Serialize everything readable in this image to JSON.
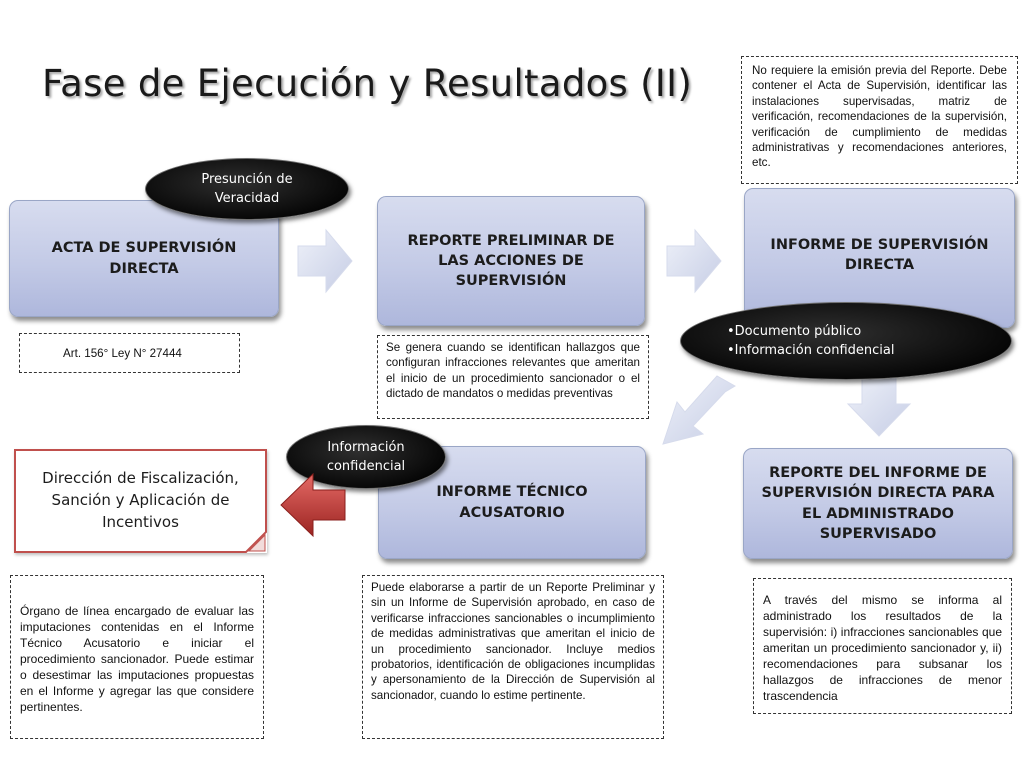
{
  "title": "Fase de Ejecución y Resultados (II)",
  "boxes": {
    "acta": "ACTA DE SUPERVISIÓN DIRECTA",
    "reporte_preliminar": "REPORTE PRELIMINAR DE LAS ACCIONES DE SUPERVISIÓN",
    "informe_supervision": "INFORME DE SUPERVISIÓN DIRECTA",
    "reporte_informe": "REPORTE DEL INFORME DE SUPERVISIÓN DIRECTA PARA EL ADMINISTRADO SUPERVISADO",
    "informe_tecnico": "INFORME TÉCNICO ACUSATORIO",
    "direccion": "Dirección de Fiscalización, Sanción y Aplicación de Incentivos"
  },
  "pills": {
    "presuncion": "Presunción de Veracidad",
    "documento_publico": "Documento público",
    "informacion_confidencial": "Información confidencial",
    "info_conf_tecnico": "Información confidencial"
  },
  "notes": {
    "top_right": "No requiere la emisión previa del Reporte. Debe contener el Acta de Supervisión, identificar las instalaciones supervisadas, matriz de verificación, recomendaciones de la supervisión, verificación de cumplimiento de medidas administrativas y recomendaciones anteriores, etc.",
    "art": "Art. 156° Ley N° 27444",
    "reporte_preliminar": "Se genera cuando se identifican hallazgos que configuran infracciones relevantes que ameritan el inicio de un procedimiento sancionador o el dictado de mandatos o medidas preventivas",
    "organo": "Órgano de línea encargado de evaluar las imputaciones contenidas en el Informe Técnico Acusatorio e iniciar el procedimiento sancionador. Puede estimar o desestimar las imputaciones propuestas en el Informe y agregar las que considere pertinentes.",
    "informe_tecnico": "Puede elaborarse a partir de un Reporte Preliminar y sin un Informe de Supervisión aprobado, en caso de verificarse infracciones sancionables o incumplimiento de medidas administrativas que ameritan el inicio de un procedimiento sancionador. Incluye medios probatorios, identificación de obligaciones incumplidas y apersonamiento de la Dirección de Supervisión al sancionador, cuando lo estime pertinente.",
    "reporte_informe": "A través del mismo se informa al administrado los resultados de la supervisión: i) infracciones sancionables que ameritan un procedimiento sancionador y, ii) recomendaciones para subsanar los hallazgos de infracciones de menor trascendencia"
  }
}
